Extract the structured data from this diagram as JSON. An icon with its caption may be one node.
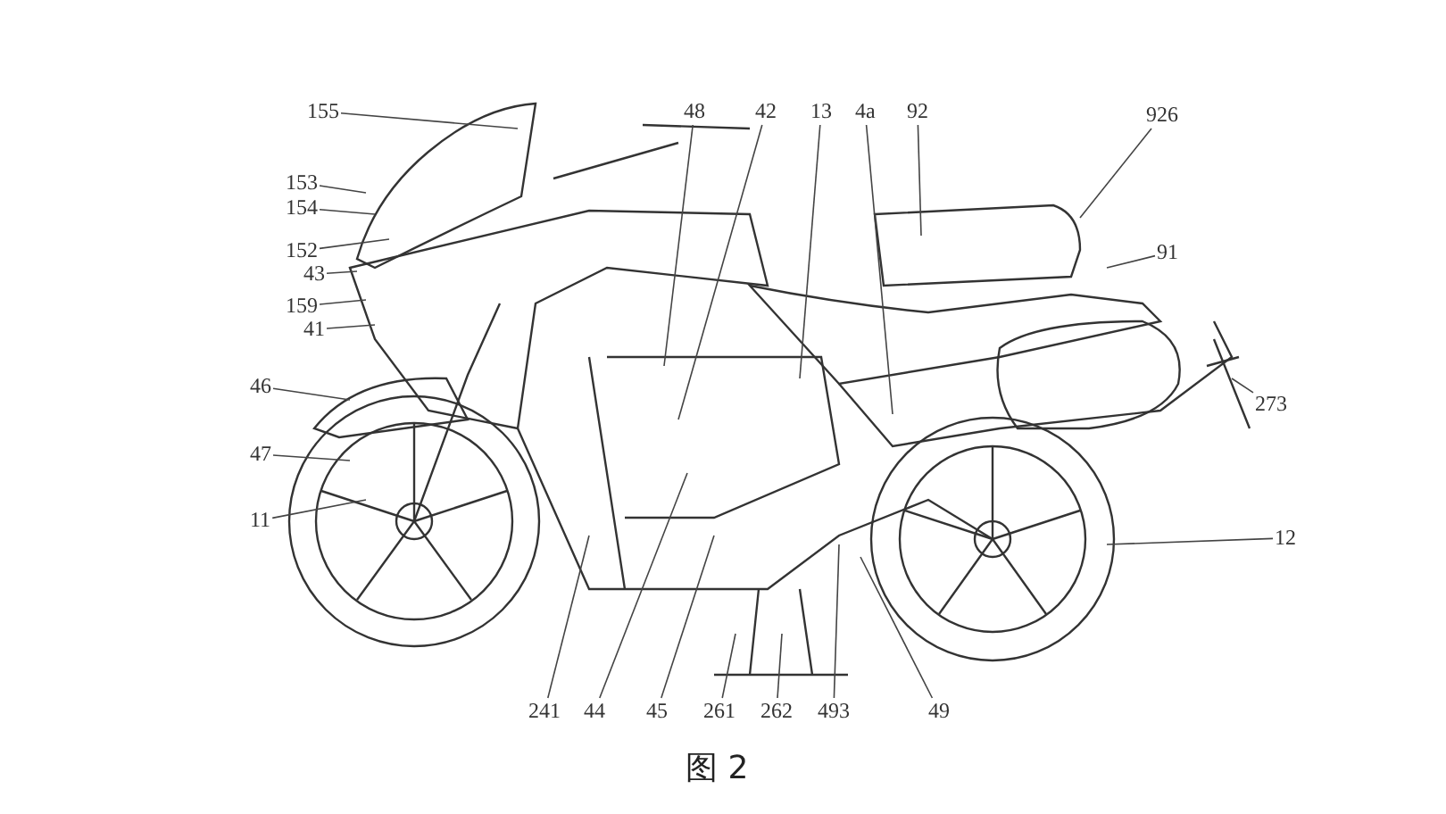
{
  "diagram": {
    "caption": "图 2",
    "nodes": [
      {
        "text": [
          "155"
        ]
      },
      {
        "text": [
          "153"
        ]
      },
      {
        "text": [
          "154"
        ]
      },
      {
        "text": [
          "152"
        ]
      },
      {
        "text": [
          "43"
        ]
      },
      {
        "text": [
          "159"
        ]
      },
      {
        "text": [
          "41"
        ]
      },
      {
        "text": [
          "46"
        ]
      },
      {
        "text": [
          "47"
        ]
      },
      {
        "text": [
          "11"
        ]
      },
      {
        "text": [
          "48"
        ]
      },
      {
        "text": [
          "42"
        ]
      },
      {
        "text": [
          "13"
        ]
      },
      {
        "text": [
          "4a"
        ]
      },
      {
        "text": [
          "92"
        ]
      },
      {
        "text": [
          "926"
        ]
      },
      {
        "text": [
          "91"
        ]
      },
      {
        "text": [
          "273"
        ]
      },
      {
        "text": [
          "12"
        ]
      },
      {
        "text": [
          "241"
        ]
      },
      {
        "text": [
          "44"
        ]
      },
      {
        "text": [
          "45"
        ]
      },
      {
        "text": [
          "261"
        ]
      },
      {
        "text": [
          "262"
        ]
      },
      {
        "text": [
          "493"
        ]
      },
      {
        "text": [
          "49"
        ]
      }
    ],
    "edges": [
      {
        "from": 0,
        "to": null,
        "arrow": "none"
      },
      {
        "from": 1,
        "to": null,
        "arrow": "none"
      },
      {
        "from": 2,
        "to": null,
        "arrow": "none"
      },
      {
        "from": 3,
        "to": null,
        "arrow": "none"
      },
      {
        "from": 4,
        "to": null,
        "arrow": "none"
      },
      {
        "from": 5,
        "to": null,
        "arrow": "none"
      },
      {
        "from": 6,
        "to": null,
        "arrow": "none"
      },
      {
        "from": 7,
        "to": null,
        "arrow": "none"
      },
      {
        "from": 8,
        "to": null,
        "arrow": "none"
      },
      {
        "from": 9,
        "to": null,
        "arrow": "none"
      },
      {
        "from": 10,
        "to": null,
        "arrow": "none"
      },
      {
        "from": 11,
        "to": null,
        "arrow": "none"
      },
      {
        "from": 12,
        "to": null,
        "arrow": "none"
      },
      {
        "from": 13,
        "to": null,
        "arrow": "none"
      },
      {
        "from": 14,
        "to": null,
        "arrow": "none"
      },
      {
        "from": 15,
        "to": null,
        "arrow": "none"
      },
      {
        "from": 16,
        "to": null,
        "arrow": "none"
      },
      {
        "from": 17,
        "to": null,
        "arrow": "none"
      },
      {
        "from": 18,
        "to": null,
        "arrow": "none"
      },
      {
        "from": 19,
        "to": null,
        "arrow": "none"
      },
      {
        "from": 20,
        "to": null,
        "arrow": "none"
      },
      {
        "from": 21,
        "to": null,
        "arrow": "none"
      },
      {
        "from": 22,
        "to": null,
        "arrow": "none"
      },
      {
        "from": 23,
        "to": null,
        "arrow": "none"
      },
      {
        "from": 24,
        "to": null,
        "arrow": "none"
      },
      {
        "from": 25,
        "to": null,
        "arrow": "none"
      }
    ]
  }
}
